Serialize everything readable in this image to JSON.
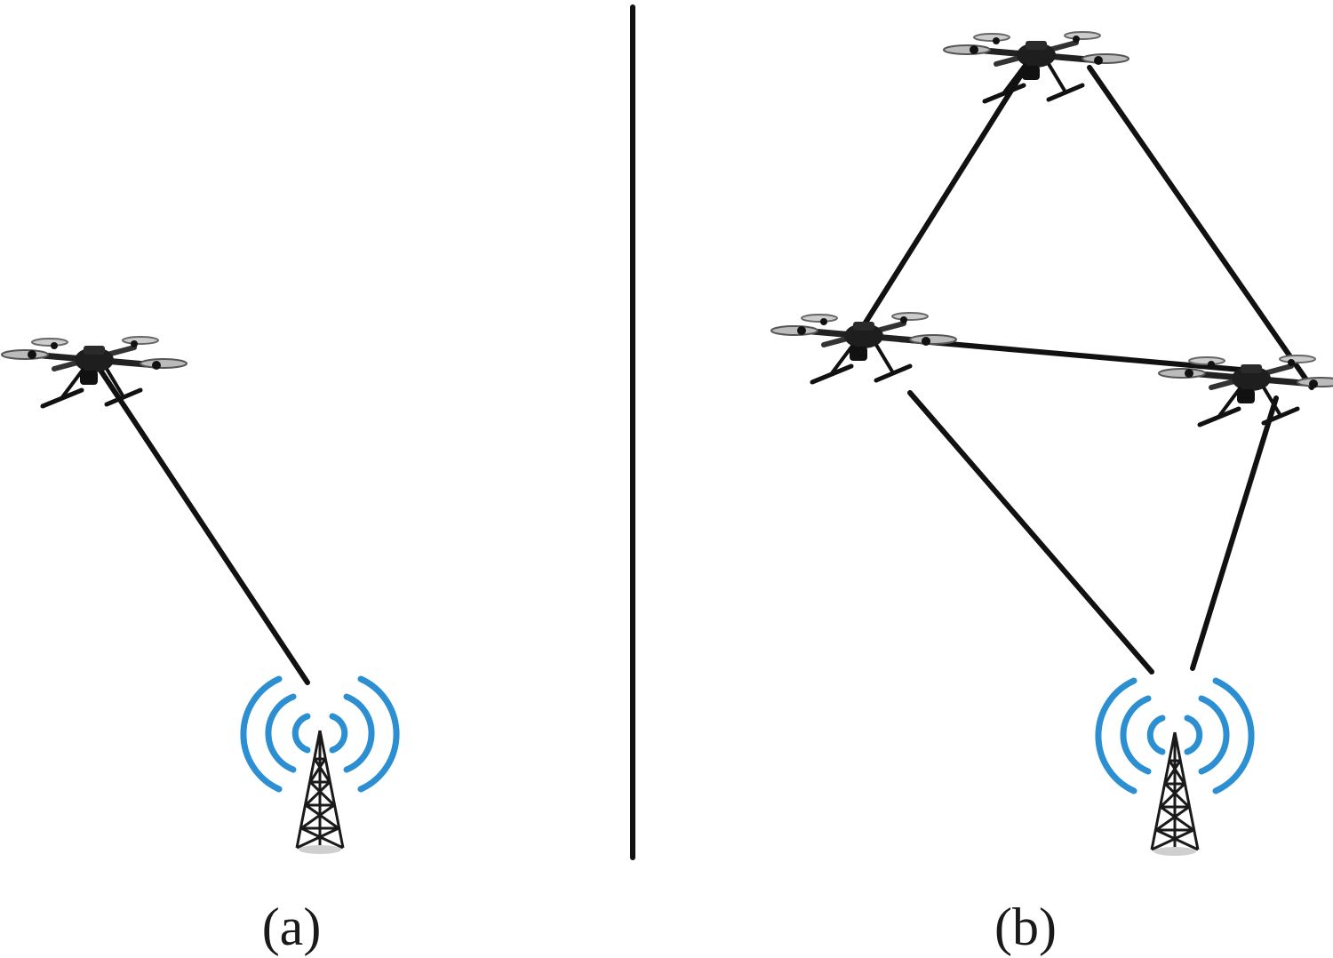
{
  "figure": {
    "panels": [
      {
        "id": "a",
        "caption": "(a)",
        "drones": 1,
        "towers": 1
      },
      {
        "id": "b",
        "caption": "(b)",
        "drones": 3,
        "towers": 1
      }
    ]
  },
  "colors": {
    "link": "#111111",
    "signal_wave": "#2b8fd1",
    "tower": "#1a1a1a",
    "drone_body": "#222222",
    "divider": "#111111"
  },
  "icons": [
    "drone-icon",
    "cell-tower-icon",
    "signal-wave-icon"
  ]
}
